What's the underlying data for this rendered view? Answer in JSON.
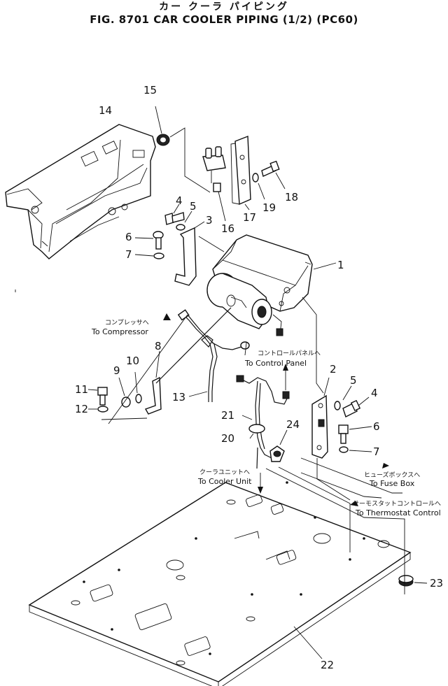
{
  "title": {
    "japanese": "カー クーラ パイピング",
    "english": "FIG. 8701  CAR COOLER PIPING (1/2) (PC60)"
  },
  "part_numbers": [
    "1",
    "2",
    "3",
    "4",
    "5",
    "6",
    "7",
    "8",
    "9",
    "10",
    "11",
    "12",
    "13",
    "14",
    "15",
    "16",
    "17",
    "18",
    "19",
    "20",
    "21",
    "22",
    "23",
    "24",
    "4",
    "5",
    "6",
    "7"
  ],
  "labels": {
    "compressor_jp": "コンプレッサへ",
    "compressor_en": "To Compressor",
    "control_panel_jp": "コントロールパネルへ",
    "control_panel_en": "To Control Panel",
    "cooler_unit_jp": "クーラユニットへ",
    "cooler_unit_en": "To Cooler Unit",
    "fuse_box_jp": "ヒューズボックスへ",
    "fuse_box_en": "To Fuse Box",
    "thermostat_jp": "サーモスタットコントロールへ",
    "thermostat_en": "To Thermostat Control"
  }
}
